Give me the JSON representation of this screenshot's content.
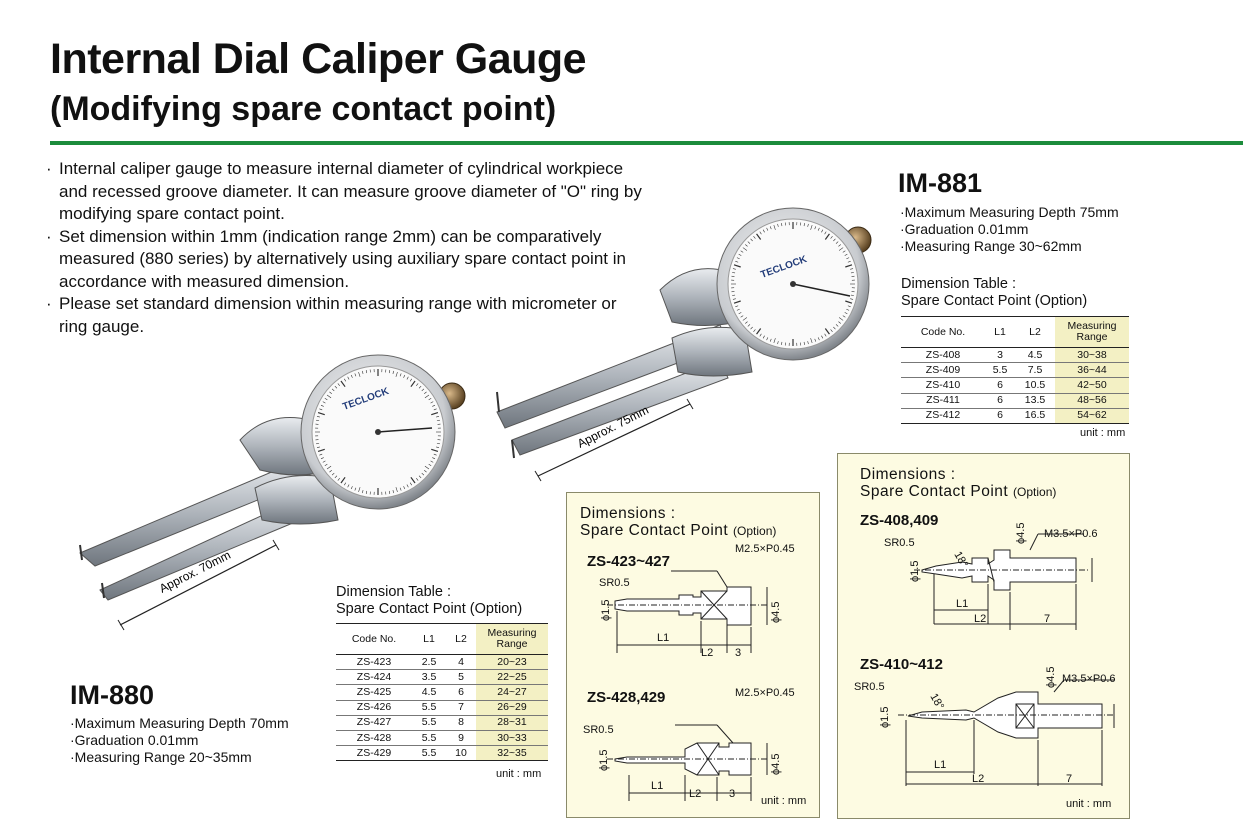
{
  "header": {
    "title": "Internal Dial Caliper Gauge",
    "subtitle": "(Modifying spare contact point)"
  },
  "bullets": [
    "Internal caliper gauge to measure internal diameter of cylindrical workpiece and recessed groove diameter. It can measure groove diameter of \"O\" ring by modifying spare contact point.",
    "Set dimension within   1mm (indication range 2mm) can be comparatively measured (880 series) by alternatively using auxiliary spare contact point in accordance with measured dimension.",
    "Please set standard dimension within measuring range with micrometer or ring gauge."
  ],
  "im880": {
    "model": "IM-880",
    "specs": [
      "·Maximum Measuring Depth 70mm",
      "·Graduation 0.01mm",
      "·Measuring Range 20~35mm"
    ],
    "approx_label": "Approx. 70mm",
    "brand": "TECLOCK",
    "table_caption": [
      "Dimension Table :",
      "Spare Contact Point (Option)"
    ],
    "table_headers": [
      "Code No.",
      "L1",
      "L2",
      "Measuring Range"
    ],
    "table_rows": [
      [
        "ZS-423",
        "2.5",
        "4",
        "20~23"
      ],
      [
        "ZS-424",
        "3.5",
        "5",
        "22~25"
      ],
      [
        "ZS-425",
        "4.5",
        "6",
        "24~27"
      ],
      [
        "ZS-426",
        "5.5",
        "7",
        "26~29"
      ],
      [
        "ZS-427",
        "5.5",
        "8",
        "28~31"
      ],
      [
        "ZS-428",
        "5.5",
        "9",
        "30~33"
      ],
      [
        "ZS-429",
        "5.5",
        "10",
        "32~35"
      ]
    ],
    "unit": "unit : mm"
  },
  "im881": {
    "model": "IM-881",
    "specs": [
      "·Maximum Measuring Depth 75mm",
      "·Graduation 0.01mm",
      "·Measuring Range 30~62mm"
    ],
    "approx_label": "Approx. 75mm",
    "brand": "TECLOCK",
    "table_caption": [
      "Dimension Table :",
      "Spare Contact Point (Option)"
    ],
    "table_headers": [
      "Code No.",
      "L1",
      "L2",
      "Measuring Range"
    ],
    "table_rows": [
      [
        "ZS-408",
        "3",
        "4.5",
        "30~38"
      ],
      [
        "ZS-409",
        "5.5",
        "7.5",
        "36~44"
      ],
      [
        "ZS-410",
        "6",
        "10.5",
        "42~50"
      ],
      [
        "ZS-411",
        "6",
        "13.5",
        "48~56"
      ],
      [
        "ZS-412",
        "6",
        "16.5",
        "54~62"
      ]
    ],
    "unit": "unit : mm"
  },
  "panel_small": {
    "title1": "Dimensions :",
    "title2": "Spare Contact Point",
    "title2_option": "(Option)",
    "part1": {
      "label": "ZS-423~427",
      "thread": "M2.5×P0.45",
      "sr": "SR0.5",
      "dia_tip": "ϕ1.5",
      "dia_body": "ϕ4.5",
      "l1": "L1",
      "l2": "L2",
      "len": "3"
    },
    "part2": {
      "label": "ZS-428,429",
      "thread": "M2.5×P0.45",
      "sr": "SR0.5",
      "dia_tip": "ϕ1.5",
      "dia_body": "ϕ4.5",
      "l1": "L1",
      "l2": "L2",
      "len": "3"
    },
    "unit": "unit : mm"
  },
  "panel_large": {
    "title1": "Dimensions :",
    "title2": "Spare Contact Point",
    "title2_option": "(Option)",
    "part1": {
      "label": "ZS-408,409",
      "thread": "M3.5×P0.6",
      "sr": "SR0.5",
      "angle": "18°",
      "dia_tip": "ϕ1.5",
      "dia_body": "ϕ4.5",
      "l1": "L1",
      "l2": "L2",
      "len": "7"
    },
    "part2": {
      "label": "ZS-410~412",
      "thread": "M3.5×P0.6",
      "sr": "SR0.5",
      "angle": "18°",
      "dia_tip": "ϕ1.5",
      "dia_body": "ϕ4.5",
      "l1": "L1",
      "l2": "L2",
      "len": "7"
    },
    "unit": "unit : mm"
  },
  "colors": {
    "rule_green": "#1c8c3c",
    "panel_bg": "#fdfbe2",
    "table_shade": "#f3f0c4"
  }
}
